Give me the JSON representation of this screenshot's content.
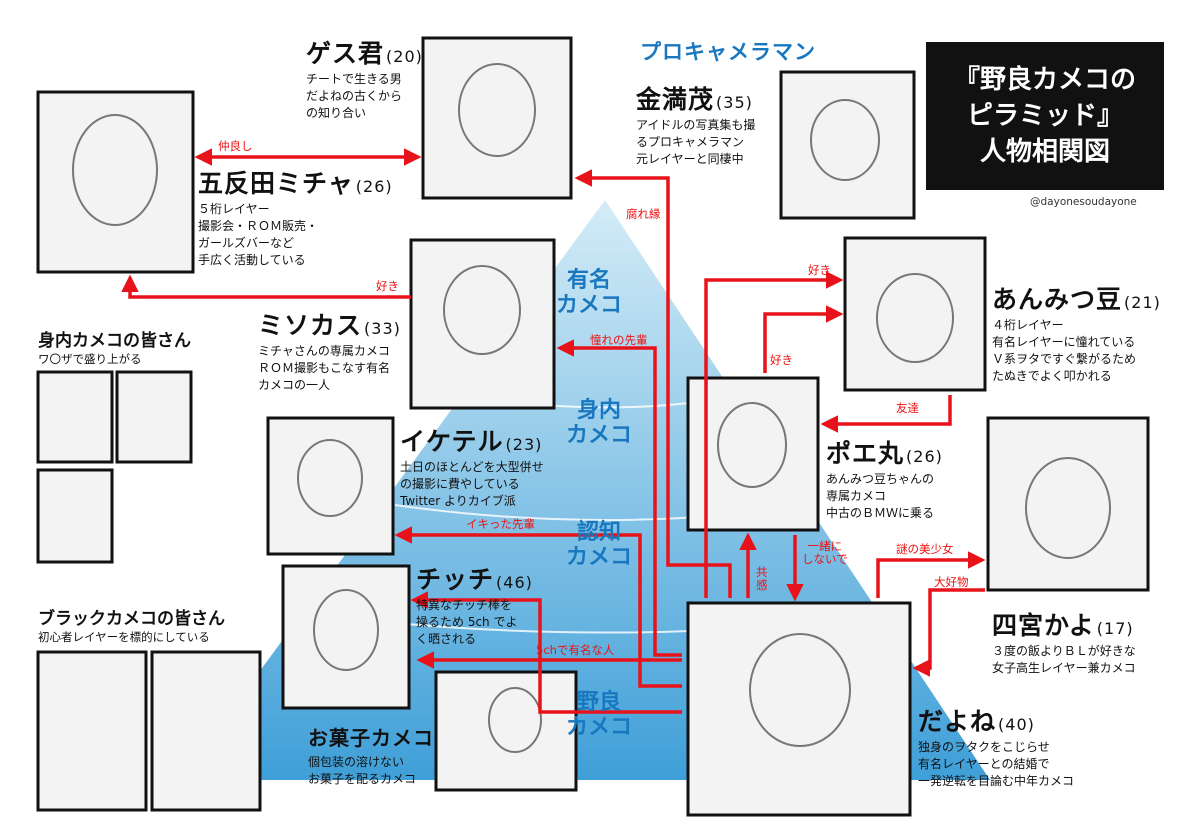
{
  "title": {
    "line1": "『野良カメコの",
    "line2": "ピラミッド』",
    "line3": "人物相関図"
  },
  "credit": "@dayonesoudayone",
  "pro_label": "プロキャメラマン",
  "tiers": {
    "famous": "有名\nカメコ",
    "insider": "身内\nカメコ",
    "known": "認知\nカメコ",
    "stray": "野良\nカメコ"
  },
  "characters": {
    "gesu": {
      "name": "ゲス君",
      "age": "(20)",
      "desc": "チートで生きる男\nだよねの古くから\nの知り合い"
    },
    "kanemitsu": {
      "name": "金満茂",
      "age": "(35)",
      "desc": "アイドルの写真集も撮\nるプロキャメラマン\n元レイヤーと同棲中"
    },
    "gotanda": {
      "name": "五反田ミチャ",
      "age": "(26)",
      "desc": "５桁レイヤー\n撮影会・ＲＯＭ販売・\nガールズバーなど\n手広く活動している"
    },
    "misokasu": {
      "name": "ミソカス",
      "age": "(33)",
      "desc": "ミチャさんの専属カメコ\nＲＯＭ撮影もこなす有名\nカメコの一人"
    },
    "anmitsu": {
      "name": "あんみつ豆",
      "age": "(21)",
      "desc": "４桁レイヤー\n有名レイヤーに憧れている\nＶ系ヲタですぐ繋がるため\nたぬきでよく叩かれる"
    },
    "poemaru": {
      "name": "ポエ丸",
      "age": "(26)",
      "desc": "あんみつ豆ちゃんの\n専属カメコ\n中古のＢＭＷに乗る"
    },
    "iketeru": {
      "name": "イケテル",
      "age": "(23)",
      "desc": "土日のほとんどを大型併せ\nの撮影に費やしている\nTwitter よりカイブ派"
    },
    "shinomiya": {
      "name": "四宮かよ",
      "age": "(17)",
      "desc": "３度の飯よりＢＬが好きな\n女子高生レイヤー兼カメコ"
    },
    "chicchi": {
      "name": "チッチ",
      "age": "(46)",
      "desc": "特異なチッチ棒を\n操るため 5ch でよ\nく晒される"
    },
    "dayone": {
      "name": "だよね",
      "age": "(40)",
      "desc": "独身のヲタクをこじらせ\n有名レイヤーとの結婚で\n一発逆転を目論む中年カメコ"
    },
    "okashi": {
      "name": "お菓子カメコ",
      "age": "",
      "desc": "個包装の溶けない\nお菓子を配るカメコ"
    }
  },
  "groups": {
    "insiders": {
      "title": "身内カメコの皆さん",
      "sub": "ワ〇ザで盛り上がる"
    },
    "black": {
      "title": "ブラックカメコの皆さん",
      "sub": "初心者レイヤーを標的にしている"
    }
  },
  "relations": {
    "nakayoshi": "仲良し",
    "kusare": "腐れ縁",
    "suki1": "好き",
    "suki2": "好き",
    "suki3": "好き",
    "akogare": "憧れの先輩",
    "tomodachi": "友達",
    "ikitta": "イキった先輩",
    "issho": "一緒に\nしないで",
    "kyokan": "共\n感",
    "nazo": "謎の美少女",
    "daisuki": "大好物",
    "fivech": "5chで有名な人"
  },
  "colors": {
    "arrow": "#e8121a",
    "tier_text": "#1877bf",
    "pyramid_top": "#cde9f6",
    "pyramid_bottom": "#4aa8dc"
  }
}
